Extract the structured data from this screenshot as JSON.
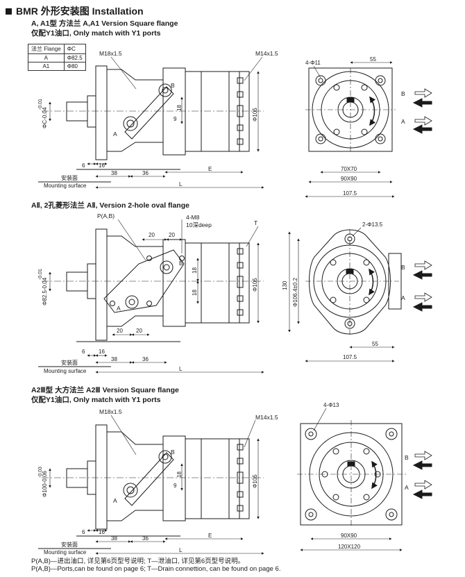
{
  "header": {
    "title": "BMR 外形安装图  Installation"
  },
  "section1": {
    "caption1": "A, A1型  方法兰  A,A1 Version Square flange",
    "caption2": "仅配Y1油口, Only match with Y1 ports",
    "table": {
      "headers": [
        "法兰 Flange",
        "ΦC"
      ],
      "rows": [
        [
          "A",
          "Φ82.5"
        ],
        [
          "A1",
          "Φ80"
        ]
      ]
    },
    "labels": {
      "port_thread": "M18x1.5",
      "drain_thread": "M14x1.5",
      "port_b": "B",
      "port_a": "A",
      "dia_c": "ΦC-0.04",
      "dia_tol": "-0.01",
      "dia_105": "Φ105",
      "d18": "18",
      "d9": "9",
      "d6": "6",
      "d16": "16",
      "d38": "38",
      "d36": "36",
      "d_e": "E",
      "d_l": "L",
      "mount_cn": "安装面",
      "mount_en": "Mounting surface",
      "hole": "4-Φ11",
      "d55": "55",
      "sq70": "70X70",
      "sq90": "90X90",
      "d1075": "107.5"
    }
  },
  "section2": {
    "caption1": "AⅡ, 2孔菱形法兰  AⅡ, Version 2-hole oval flange",
    "labels": {
      "pab": "P(A,B)",
      "m8": "4-M8",
      "deep": "10深deep",
      "t": "T",
      "d20a": "20",
      "d20b": "20",
      "d20c": "20",
      "d20d": "20",
      "d18a": "18",
      "d18b": "18",
      "dia": "Φ82.5-0.04",
      "dia_tol": "-0.01",
      "dia_105": "Φ105",
      "port_b": "B",
      "port_a": "A",
      "d6": "6",
      "d16": "16",
      "d38": "38",
      "d36": "36",
      "d_l": "L",
      "mount_cn": "安装面",
      "mount_en": "Mounting surface",
      "hole": "2-Φ13.5",
      "d130": "130",
      "d1064": "Φ106.4±0.2",
      "d55": "55",
      "d1075": "107.5"
    }
  },
  "section3": {
    "caption1": "A2Ⅲ型  大方法兰  A2Ⅲ Version Square flange",
    "caption2": "仅配Y1油口, Only match with Y1 ports",
    "labels": {
      "port_thread": "M18x1.5",
      "drain_thread": "M14x1.5",
      "port_b": "B",
      "port_a": "A",
      "dia": "Φ100-0.06",
      "dia_tol": "-0.03",
      "dia_105": "Φ105",
      "d18": "18",
      "d9": "9",
      "d6": "6",
      "d16": "16",
      "d38": "38",
      "d36": "36",
      "d_e": "E",
      "d_l": "L",
      "mount_cn": "安装面",
      "mount_en": "Mounting surface",
      "hole": "4-Φ13",
      "sq90": "90X90",
      "sq120": "120X120"
    }
  },
  "footer": {
    "line1": "P(A,B)—进出油口, 详见第6页型号说明;  T—泄油口, 详见第6页型号说明。",
    "line2": "P(A,B)—Ports,can be found on page 6;  T—Drain connettion, can be found on page 6."
  },
  "colors": {
    "ink": "#1a1a1a",
    "paper": "#ffffff"
  }
}
